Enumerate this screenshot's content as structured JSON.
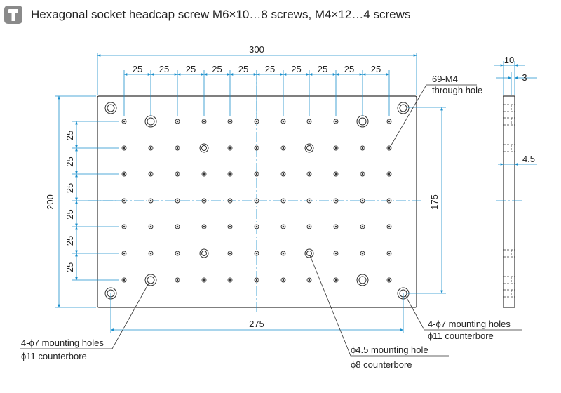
{
  "header": {
    "icon": "screw-icon",
    "title": "Hexagonal socket headcap screw M6×10…8 screws, M4×12…4 screws"
  },
  "dimensions": {
    "overall_width": "300",
    "overall_height": "200",
    "pitch": "25",
    "mount_span_x": "275",
    "mount_span_y": "175",
    "thickness": "10",
    "counterbore_depth": "3",
    "side_hole": "4.5"
  },
  "callouts": {
    "tapped_holes_line1": "69-M4",
    "tapped_holes_line2": "through hole",
    "mount_right_line1": "4-ϕ7 mounting holes",
    "mount_right_line2": "ϕ11 counterbore",
    "mount_left_line1": "4-ϕ7 mounting holes",
    "mount_left_line2": "ϕ11 counterbore",
    "hole45_line1": "ϕ4.5 mounting hole",
    "hole45_line2": "ϕ8 counterbore"
  },
  "colors": {
    "line": "#333333",
    "dimension": "#1a8fcc",
    "plate": "#ffffff",
    "icon_bg": "#8a8a8a"
  }
}
